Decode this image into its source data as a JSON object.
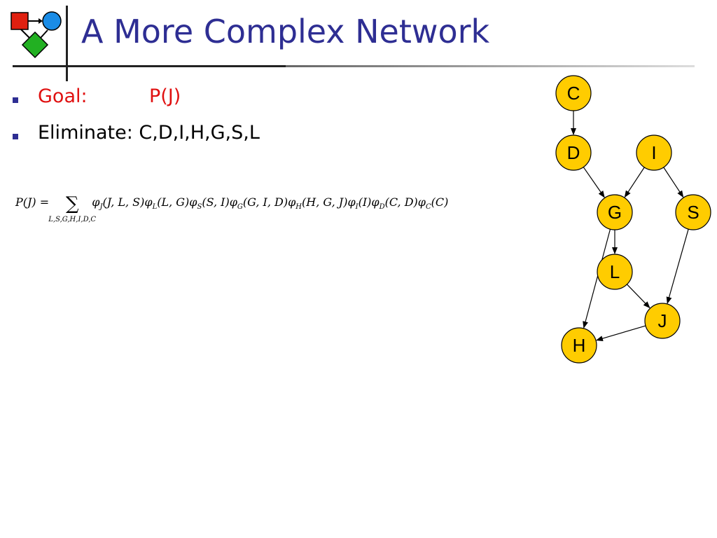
{
  "slide": {
    "title": "A More Complex Network"
  },
  "bullets": {
    "goal_key": "Goal:",
    "goal_value": "P(J)",
    "eliminate": "Eliminate: C,D,I,H,G,S,L"
  },
  "formula": {
    "lhs": "P(J) = ",
    "sum_subscript": "L,S,G,H,I,D,C",
    "factors": [
      {
        "var": "J",
        "args": "(J, L, S)"
      },
      {
        "var": "L",
        "args": "(L, G)"
      },
      {
        "var": "S",
        "args": "(S, I)"
      },
      {
        "var": "G",
        "args": "(G, I, D)"
      },
      {
        "var": "H",
        "args": "(H, G, J)"
      },
      {
        "var": "I",
        "args": "(I)"
      },
      {
        "var": "D",
        "args": "(C, D)"
      },
      {
        "var": "C",
        "args": "(C)"
      }
    ]
  },
  "network": {
    "node_fill": "#ffcc00",
    "node_stroke": "#000000",
    "nodes": [
      {
        "id": "C",
        "label": "C"
      },
      {
        "id": "D",
        "label": "D"
      },
      {
        "id": "I",
        "label": "I"
      },
      {
        "id": "G",
        "label": "G"
      },
      {
        "id": "S",
        "label": "S"
      },
      {
        "id": "L",
        "label": "L"
      },
      {
        "id": "J",
        "label": "J"
      },
      {
        "id": "H",
        "label": "H"
      }
    ],
    "edges": [
      [
        "C",
        "D"
      ],
      [
        "D",
        "G"
      ],
      [
        "I",
        "G"
      ],
      [
        "I",
        "S"
      ],
      [
        "G",
        "L"
      ],
      [
        "G",
        "H"
      ],
      [
        "L",
        "J"
      ],
      [
        "S",
        "J"
      ],
      [
        "J",
        "H"
      ]
    ]
  },
  "colors": {
    "title": "#2e2e93",
    "goal": "#e01010",
    "bullet": "#2e2e93"
  }
}
